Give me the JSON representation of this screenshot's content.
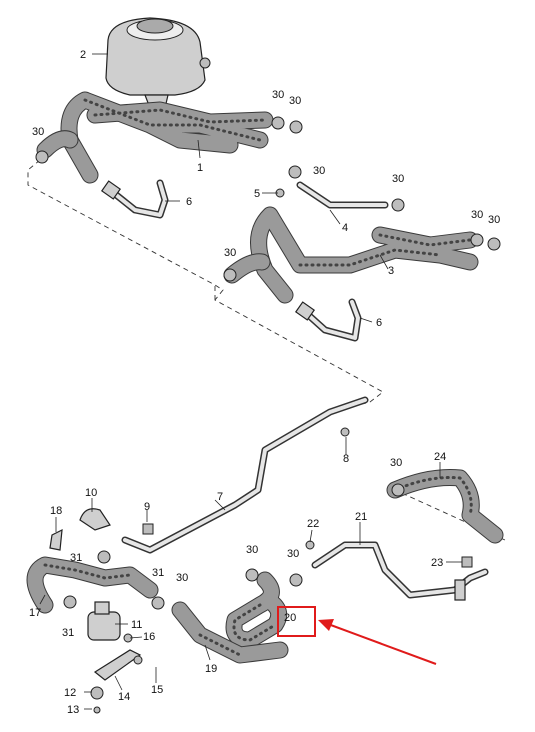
{
  "callouts": {
    "c1": "1",
    "c2": "2",
    "c3": "3",
    "c4": "4",
    "c5": "5",
    "c6a": "6",
    "c6b": "6",
    "c7": "7",
    "c8": "8",
    "c9": "9",
    "c10": "10",
    "c11": "11",
    "c12": "12",
    "c13": "13",
    "c14": "14",
    "c15": "15",
    "c16": "16",
    "c17": "17",
    "c18": "18",
    "c19": "19",
    "c20": "20",
    "c21": "21",
    "c22": "22",
    "c23": "23",
    "c24": "24",
    "c30a": "30",
    "c30b": "30",
    "c30c": "30",
    "c30d": "30",
    "c30e": "30",
    "c30f": "30",
    "c30g": "30",
    "c30h": "30",
    "c30i": "30",
    "c30j": "30",
    "c30k": "30",
    "c30l": "30",
    "c31a": "31",
    "c31b": "31",
    "c31c": "31"
  },
  "highlight": {
    "box_color": "#e01b1b",
    "arrow_color": "#e01b1b",
    "target_label": "20"
  },
  "colors": {
    "line": "#222222",
    "hose": "#9a9a9a",
    "background": "#ffffff"
  }
}
